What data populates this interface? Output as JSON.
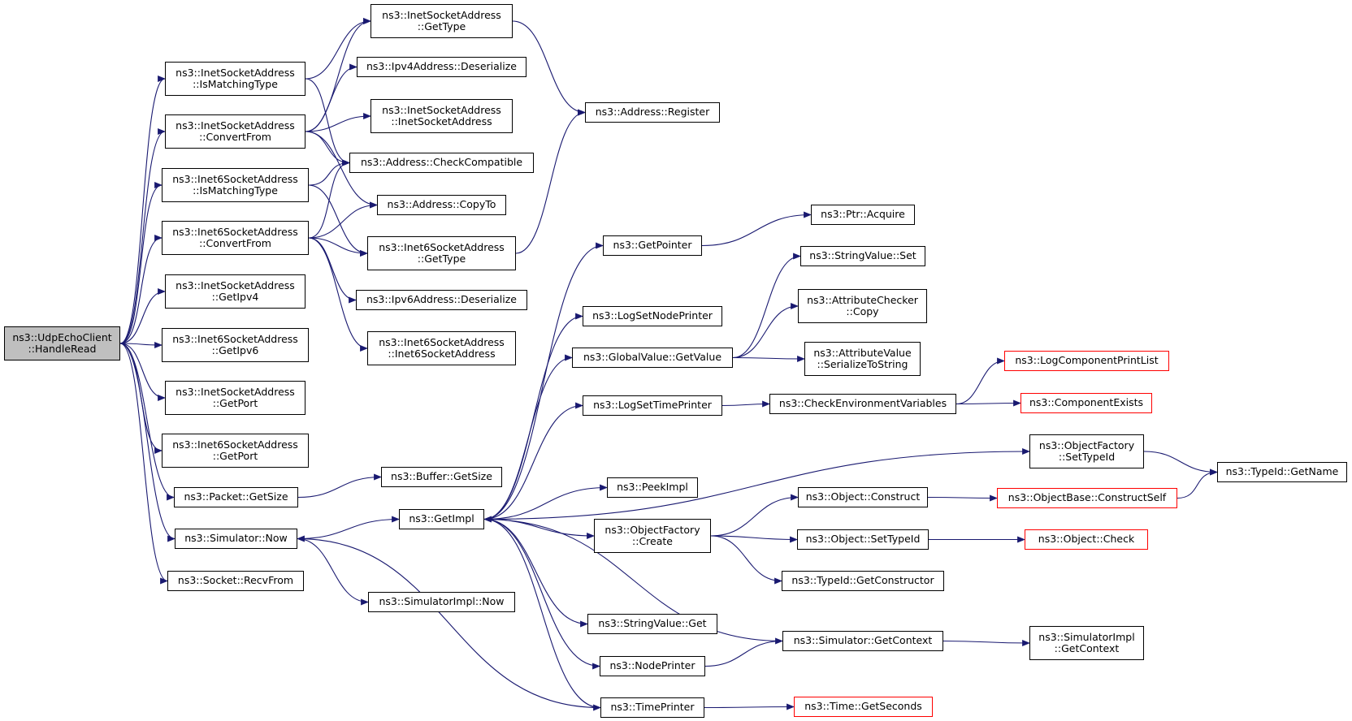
{
  "colors": {
    "edge": "#191970",
    "node_border": "#000000",
    "truncated_border": "#ff0000",
    "root_fill": "#bfbfbf",
    "background": "#ffffff"
  },
  "nodes": [
    {
      "id": "udp-echo-handle-read",
      "lines": [
        "ns3::UdpEchoClient",
        "::HandleRead"
      ],
      "root": true
    },
    {
      "id": "inet-is-matching-type",
      "lines": [
        "ns3::InetSocketAddress",
        "::IsMatchingType"
      ]
    },
    {
      "id": "inet-convert-from",
      "lines": [
        "ns3::InetSocketAddress",
        "::ConvertFrom"
      ]
    },
    {
      "id": "inet6-is-matching-type",
      "lines": [
        "ns3::Inet6SocketAddress",
        "::IsMatchingType"
      ]
    },
    {
      "id": "inet6-convert-from",
      "lines": [
        "ns3::Inet6SocketAddress",
        "::ConvertFrom"
      ]
    },
    {
      "id": "inet-get-ipv4",
      "lines": [
        "ns3::InetSocketAddress",
        "::GetIpv4"
      ]
    },
    {
      "id": "inet6-get-ipv6",
      "lines": [
        "ns3::Inet6SocketAddress",
        "::GetIpv6"
      ]
    },
    {
      "id": "inet-get-port",
      "lines": [
        "ns3::InetSocketAddress",
        "::GetPort"
      ]
    },
    {
      "id": "inet6-get-port",
      "lines": [
        "ns3::Inet6SocketAddress",
        "::GetPort"
      ]
    },
    {
      "id": "packet-get-size",
      "lines": [
        "ns3::Packet::GetSize"
      ]
    },
    {
      "id": "simulator-now",
      "lines": [
        "ns3::Simulator::Now"
      ]
    },
    {
      "id": "socket-recv-from",
      "lines": [
        "ns3::Socket::RecvFrom"
      ]
    },
    {
      "id": "inet-get-type",
      "lines": [
        "ns3::InetSocketAddress",
        "::GetType"
      ]
    },
    {
      "id": "ipv4-deserialize",
      "lines": [
        "ns3::Ipv4Address::Deserialize"
      ]
    },
    {
      "id": "inet-ctor",
      "lines": [
        "ns3::InetSocketAddress",
        "::InetSocketAddress"
      ]
    },
    {
      "id": "address-check-compatible",
      "lines": [
        "ns3::Address::CheckCompatible"
      ]
    },
    {
      "id": "address-copy-to",
      "lines": [
        "ns3::Address::CopyTo"
      ]
    },
    {
      "id": "inet6-get-type",
      "lines": [
        "ns3::Inet6SocketAddress",
        "::GetType"
      ]
    },
    {
      "id": "ipv6-deserialize",
      "lines": [
        "ns3::Ipv6Address::Deserialize"
      ]
    },
    {
      "id": "inet6-ctor",
      "lines": [
        "ns3::Inet6SocketAddress",
        "::Inet6SocketAddress"
      ]
    },
    {
      "id": "buffer-get-size",
      "lines": [
        "ns3::Buffer::GetSize"
      ]
    },
    {
      "id": "get-impl",
      "lines": [
        "ns3::GetImpl"
      ]
    },
    {
      "id": "simulator-impl-now",
      "lines": [
        "ns3::SimulatorImpl::Now"
      ]
    },
    {
      "id": "address-register",
      "lines": [
        "ns3::Address::Register"
      ]
    },
    {
      "id": "get-pointer",
      "lines": [
        "ns3::GetPointer"
      ]
    },
    {
      "id": "log-set-node-printer",
      "lines": [
        "ns3::LogSetNodePrinter"
      ]
    },
    {
      "id": "global-value-get-value",
      "lines": [
        "ns3::GlobalValue::GetValue"
      ]
    },
    {
      "id": "log-set-time-printer",
      "lines": [
        "ns3::LogSetTimePrinter"
      ]
    },
    {
      "id": "peek-impl",
      "lines": [
        "ns3::PeekImpl"
      ]
    },
    {
      "id": "object-factory-create",
      "lines": [
        "ns3::ObjectFactory",
        "::Create"
      ]
    },
    {
      "id": "string-value-get",
      "lines": [
        "ns3::StringValue::Get"
      ]
    },
    {
      "id": "node-printer",
      "lines": [
        "ns3::NodePrinter"
      ]
    },
    {
      "id": "time-printer",
      "lines": [
        "ns3::TimePrinter"
      ]
    },
    {
      "id": "ptr-acquire",
      "lines": [
        "ns3::Ptr::Acquire"
      ]
    },
    {
      "id": "string-value-set",
      "lines": [
        "ns3::StringValue::Set"
      ]
    },
    {
      "id": "attribute-checker-copy",
      "lines": [
        "ns3::AttributeChecker",
        "::Copy"
      ]
    },
    {
      "id": "attribute-value-serialize",
      "lines": [
        "ns3::AttributeValue",
        "::SerializeToString"
      ]
    },
    {
      "id": "check-env-vars",
      "lines": [
        "ns3::CheckEnvironmentVariables"
      ]
    },
    {
      "id": "object-construct",
      "lines": [
        "ns3::Object::Construct"
      ]
    },
    {
      "id": "object-set-type-id",
      "lines": [
        "ns3::Object::SetTypeId"
      ]
    },
    {
      "id": "type-id-get-constructor",
      "lines": [
        "ns3::TypeId::GetConstructor"
      ]
    },
    {
      "id": "simulator-get-context",
      "lines": [
        "ns3::Simulator::GetContext"
      ]
    },
    {
      "id": "time-get-seconds",
      "lines": [
        "ns3::Time::GetSeconds"
      ],
      "truncated": true
    },
    {
      "id": "log-component-print-list",
      "lines": [
        "ns3::LogComponentPrintList"
      ],
      "truncated": true
    },
    {
      "id": "component-exists",
      "lines": [
        "ns3::ComponentExists"
      ],
      "truncated": true
    },
    {
      "id": "object-factory-set-type-id",
      "lines": [
        "ns3::ObjectFactory",
        "::SetTypeId"
      ]
    },
    {
      "id": "object-base-construct-self",
      "lines": [
        "ns3::ObjectBase::ConstructSelf"
      ],
      "truncated": true
    },
    {
      "id": "object-check",
      "lines": [
        "ns3::Object::Check"
      ],
      "truncated": true
    },
    {
      "id": "simulator-impl-get-context",
      "lines": [
        "ns3::SimulatorImpl",
        "::GetContext"
      ]
    },
    {
      "id": "type-id-get-name",
      "lines": [
        "ns3::TypeId::GetName"
      ]
    }
  ],
  "edges": [
    [
      "udp-echo-handle-read",
      "inet-is-matching-type"
    ],
    [
      "udp-echo-handle-read",
      "inet-convert-from"
    ],
    [
      "udp-echo-handle-read",
      "inet6-is-matching-type"
    ],
    [
      "udp-echo-handle-read",
      "inet6-convert-from"
    ],
    [
      "udp-echo-handle-read",
      "inet-get-ipv4"
    ],
    [
      "udp-echo-handle-read",
      "inet6-get-ipv6"
    ],
    [
      "udp-echo-handle-read",
      "inet-get-port"
    ],
    [
      "udp-echo-handle-read",
      "inet6-get-port"
    ],
    [
      "udp-echo-handle-read",
      "packet-get-size"
    ],
    [
      "udp-echo-handle-read",
      "simulator-now"
    ],
    [
      "udp-echo-handle-read",
      "socket-recv-from"
    ],
    [
      "inet-is-matching-type",
      "inet-get-type"
    ],
    [
      "inet-is-matching-type",
      "address-check-compatible"
    ],
    [
      "inet-convert-from",
      "inet-get-type"
    ],
    [
      "inet-convert-from",
      "ipv4-deserialize"
    ],
    [
      "inet-convert-from",
      "inet-ctor"
    ],
    [
      "inet-convert-from",
      "address-check-compatible"
    ],
    [
      "inet-convert-from",
      "address-copy-to"
    ],
    [
      "inet6-is-matching-type",
      "address-check-compatible"
    ],
    [
      "inet6-is-matching-type",
      "inet6-get-type"
    ],
    [
      "inet6-convert-from",
      "address-check-compatible"
    ],
    [
      "inet6-convert-from",
      "address-copy-to"
    ],
    [
      "inet6-convert-from",
      "inet6-get-type"
    ],
    [
      "inet6-convert-from",
      "ipv6-deserialize"
    ],
    [
      "inet6-convert-from",
      "inet6-ctor"
    ],
    [
      "inet-get-type",
      "address-register"
    ],
    [
      "inet6-get-type",
      "address-register"
    ],
    [
      "packet-get-size",
      "buffer-get-size"
    ],
    [
      "simulator-now",
      "get-impl"
    ],
    [
      "simulator-now",
      "simulator-impl-now"
    ],
    [
      "get-impl",
      "get-pointer"
    ],
    [
      "get-impl",
      "log-set-node-printer"
    ],
    [
      "get-impl",
      "global-value-get-value"
    ],
    [
      "get-impl",
      "log-set-time-printer"
    ],
    [
      "get-impl",
      "object-factory-set-type-id"
    ],
    [
      "get-impl",
      "peek-impl"
    ],
    [
      "get-impl",
      "object-factory-create"
    ],
    [
      "get-impl",
      "string-value-get"
    ],
    [
      "get-impl",
      "node-printer"
    ],
    [
      "get-impl",
      "time-printer"
    ],
    [
      "get-pointer",
      "ptr-acquire"
    ],
    [
      "global-value-get-value",
      "string-value-set"
    ],
    [
      "global-value-get-value",
      "attribute-checker-copy"
    ],
    [
      "global-value-get-value",
      "attribute-value-serialize"
    ],
    [
      "log-set-time-printer",
      "check-env-vars"
    ],
    [
      "check-env-vars",
      "log-component-print-list"
    ],
    [
      "check-env-vars",
      "component-exists"
    ],
    [
      "object-factory-create",
      "object-construct"
    ],
    [
      "object-factory-create",
      "object-set-type-id"
    ],
    [
      "object-factory-create",
      "type-id-get-constructor"
    ],
    [
      "object-construct",
      "object-base-construct-self"
    ],
    [
      "object-base-construct-self",
      "type-id-get-name"
    ],
    [
      "object-factory-set-type-id",
      "type-id-get-name"
    ],
    [
      "object-set-type-id",
      "object-check"
    ],
    [
      "node-printer",
      "simulator-get-context"
    ],
    [
      "simulator-get-context",
      "get-impl"
    ],
    [
      "simulator-get-context",
      "simulator-impl-get-context"
    ],
    [
      "time-printer",
      "simulator-now"
    ],
    [
      "time-printer",
      "time-get-seconds"
    ]
  ]
}
